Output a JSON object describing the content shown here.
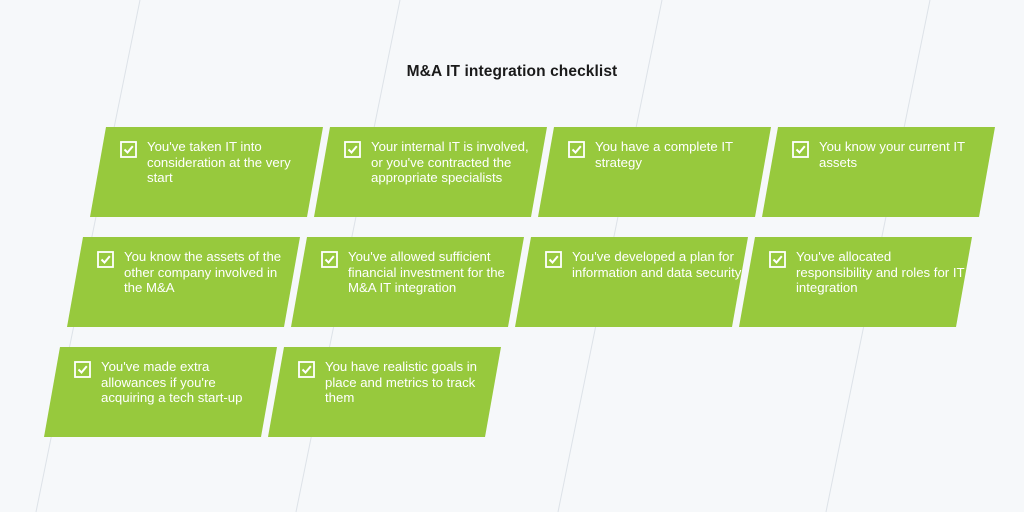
{
  "title": "M&A IT integration checklist",
  "colors": {
    "tile": "#97c93d",
    "text": "#ffffff",
    "background": "#f6f8fa"
  },
  "items": [
    {
      "icon": "checkbox-checked-icon",
      "text": "You've taken IT into consideration at the very start"
    },
    {
      "icon": "checkbox-checked-icon",
      "text": "Your internal IT is involved, or you've contracted the appropriate specialists"
    },
    {
      "icon": "checkbox-checked-icon",
      "text": "You have a complete IT strategy"
    },
    {
      "icon": "checkbox-checked-icon",
      "text": "You know your current IT assets"
    },
    {
      "icon": "checkbox-checked-icon",
      "text": "You know the assets of the other company involved in the M&A"
    },
    {
      "icon": "checkbox-checked-icon",
      "text": "You've allowed sufficient financial investment for the M&A IT integration"
    },
    {
      "icon": "checkbox-checked-icon",
      "text": "You've developed a plan for information and data security"
    },
    {
      "icon": "checkbox-checked-icon",
      "text": "You've allocated responsibility and roles for IT integration"
    },
    {
      "icon": "checkbox-checked-icon",
      "text": "You've made extra allowances if you're acquiring a tech start-up"
    },
    {
      "icon": "checkbox-checked-icon",
      "text": "You have realistic goals in place and metrics to track them"
    }
  ]
}
